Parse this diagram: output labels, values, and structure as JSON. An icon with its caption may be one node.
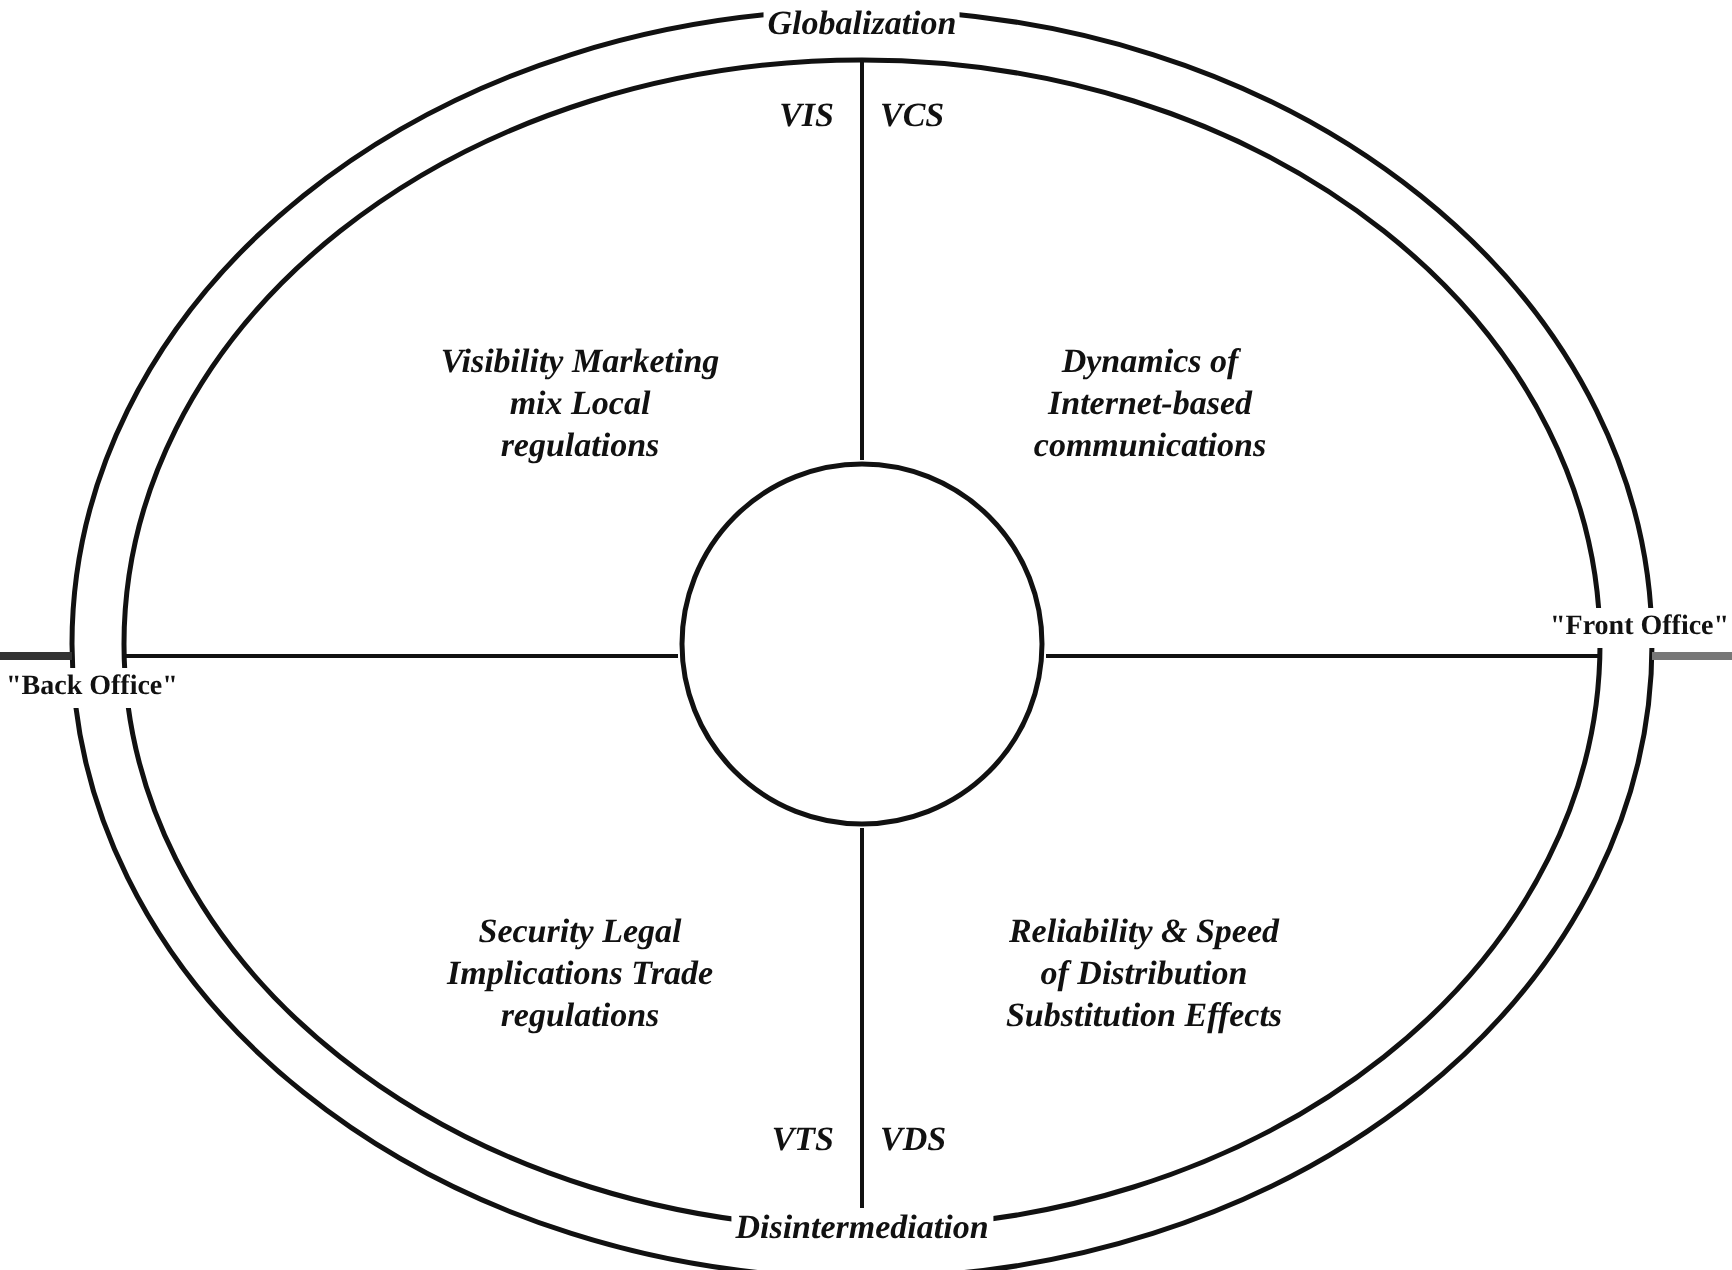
{
  "diagram": {
    "nodes": [
      {
        "text": [
          "Globalization",
          "Disintermediation"
        ]
      },
      {
        "text": [
          "VIS",
          "Visibility Marketing mix Local regulations"
        ],
        "in": 0
      },
      {
        "text": [
          "VCS",
          "Dynamics of Internet-based communications"
        ],
        "in": 0
      },
      {
        "text": [
          "VTS",
          "Security Legal Implications Trade regulations"
        ],
        "in": 0
      },
      {
        "text": [
          "VDS",
          "Reliability & Speed of Distribution Substitution Effects"
        ],
        "in": 0
      },
      {
        "text": [],
        "shape": "circle",
        "in": 0
      }
    ],
    "labels": [
      "\"Front Office\"",
      "\"Back Office\""
    ]
  }
}
